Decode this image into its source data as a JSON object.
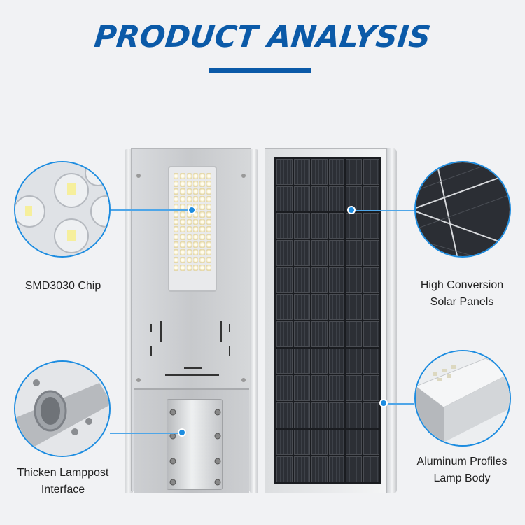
{
  "title": "PRODUCT ANALYSIS",
  "labels": {
    "chip": "SMD3030 Chip",
    "solar_line1": "High Conversion",
    "solar_line2": "Solar Panels",
    "lamppost_line1": "Thicken Lamppost",
    "lamppost_line2": "Interface",
    "body_line1": "Aluminum Profiles",
    "body_line2": "Lamp Body"
  },
  "colors": {
    "accent": "#0b5aa8",
    "callout": "#1c8ce0"
  }
}
